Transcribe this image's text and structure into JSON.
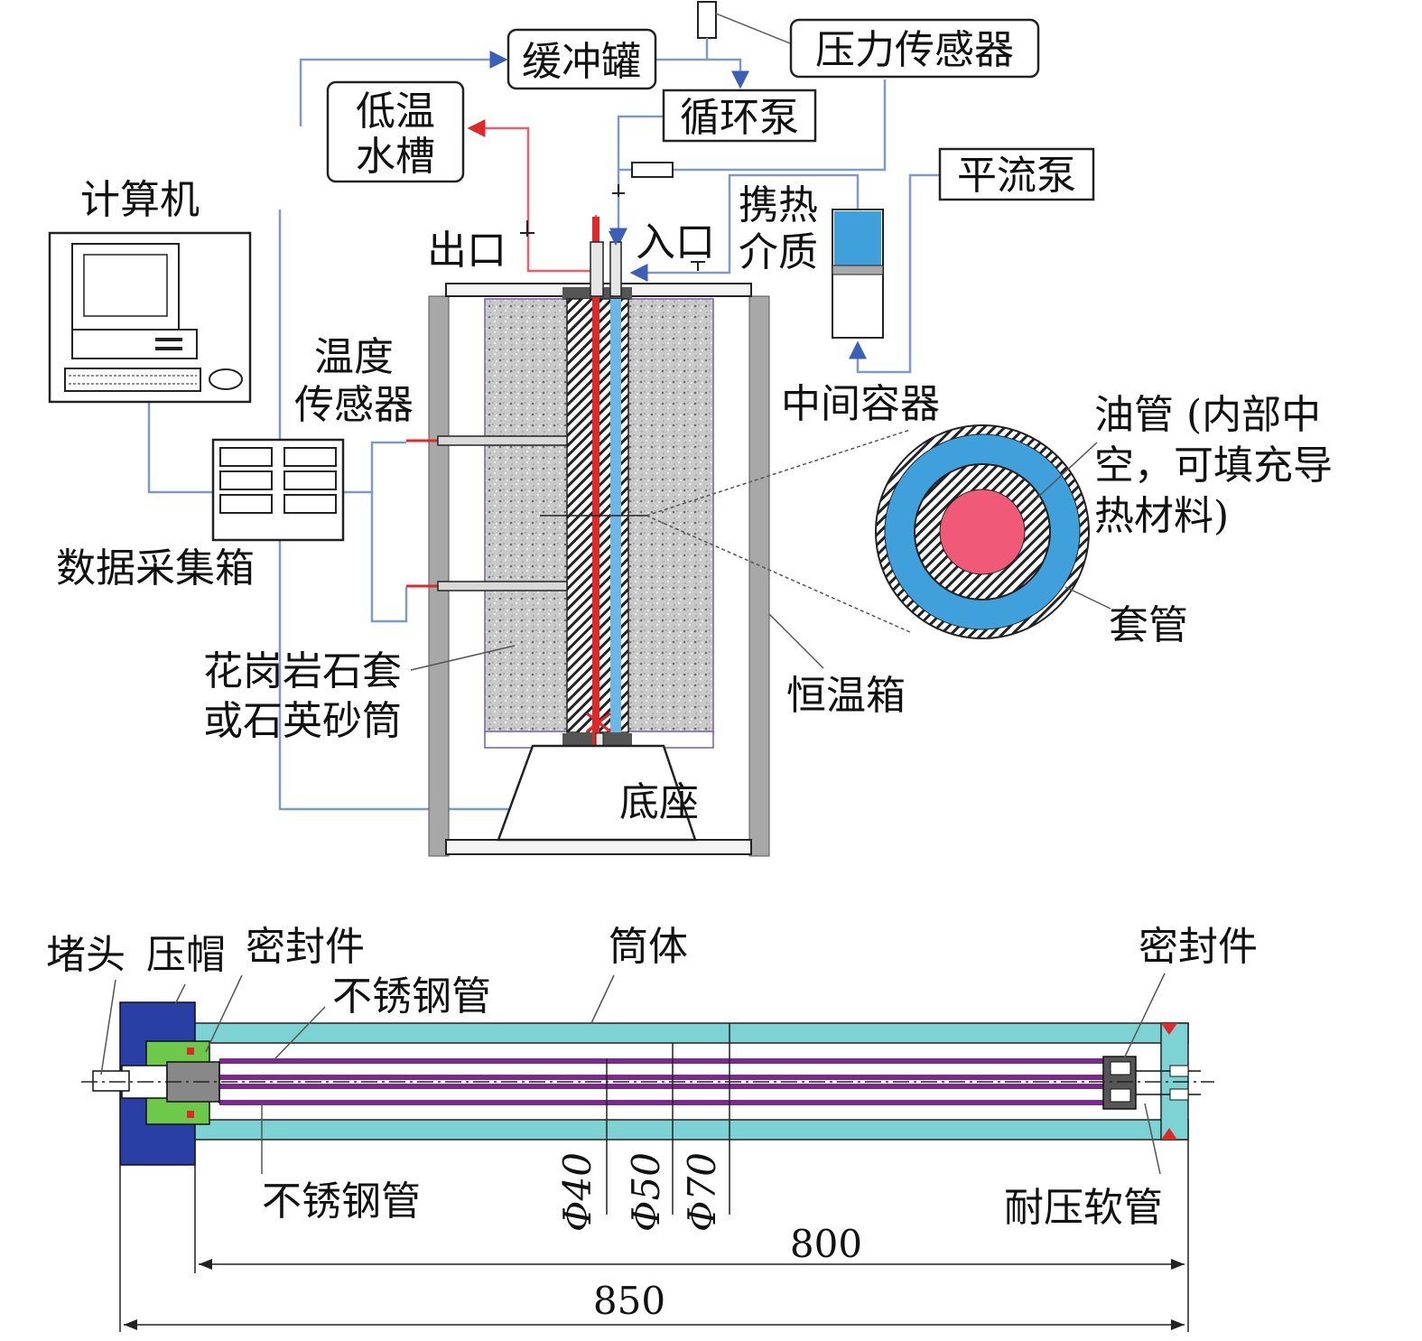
{
  "labels": {
    "buffer_tank": "缓冲罐",
    "pressure_sensor": "压力传感器",
    "low_temp_bath": [
      "低温",
      "水槽"
    ],
    "circulation_pump": "循环泵",
    "computer": "计算机",
    "constant_flow_pump": "平流泵",
    "heat_medium": [
      "携热",
      "介质"
    ],
    "outlet": "出口",
    "inlet": "入口",
    "temp_sensor": [
      "温度",
      "传感器"
    ],
    "intermediate_container": "中间容器",
    "tubing_note": [
      "油管 (内部中",
      "空，可填充导",
      "热材料)"
    ],
    "casing": "套管",
    "daq_box": "数据采集箱",
    "rock_sleeve": [
      "花岗岩石套",
      "或石英砂筒"
    ],
    "thermostat_box": "恒温箱",
    "base": "底座"
  },
  "section": {
    "plug": "堵头",
    "press_cap": "压帽",
    "seal_left": "密封件",
    "cylinder": "筒体",
    "seal_right": "密封件",
    "ss_tube_top": "不锈钢管",
    "ss_tube_bottom": "不锈钢管",
    "pressure_hose": "耐压软管",
    "phi40": "Φ40",
    "phi50": "Φ50",
    "phi70": "Φ70",
    "len_800": "800",
    "len_850": "850"
  },
  "colors": {
    "flow_blue": "#3b5fb6",
    "hot_red": "#e02828",
    "medium_blue": "#3fa0dc",
    "cylinder_teal": "#7dd3d3",
    "cap_blue": "#2a3fa6",
    "seal_green": "#6cc94a",
    "tube_purple": "#7a2a8a"
  }
}
